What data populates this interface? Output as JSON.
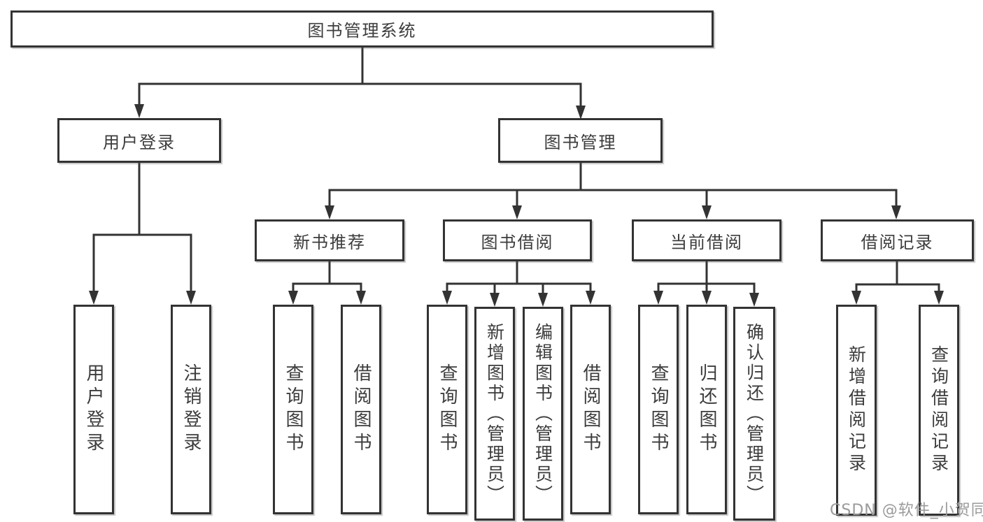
{
  "tree": {
    "label": "图书管理系统",
    "children": [
      {
        "label": "用户登录",
        "children": [
          {
            "label": "用户登录"
          },
          {
            "label": "注销登录"
          }
        ]
      },
      {
        "label": "图书管理",
        "children": [
          {
            "label": "新书推荐",
            "children": [
              {
                "label": "查询图书"
              },
              {
                "label": "借阅图书"
              }
            ]
          },
          {
            "label": "图书借阅",
            "children": [
              {
                "label": "查询图书"
              },
              {
                "label": "新增图书（管理员）"
              },
              {
                "label": "编辑图书（管理员）"
              },
              {
                "label": "借阅图书"
              }
            ]
          },
          {
            "label": "当前借阅",
            "children": [
              {
                "label": "查询图书"
              },
              {
                "label": "归还图书"
              },
              {
                "label": "确认归还（管理员）"
              }
            ]
          },
          {
            "label": "借阅记录",
            "children": [
              {
                "label": "新增借阅记录"
              },
              {
                "label": "查询借阅记录"
              }
            ]
          }
        ]
      }
    ]
  },
  "watermark": {
    "text": "CSDN @软件_小贺同学"
  },
  "colors": {
    "line": "#333333",
    "text": "#3c3c3c",
    "background": "#ffffff",
    "watermark": "#9b9b9b"
  }
}
